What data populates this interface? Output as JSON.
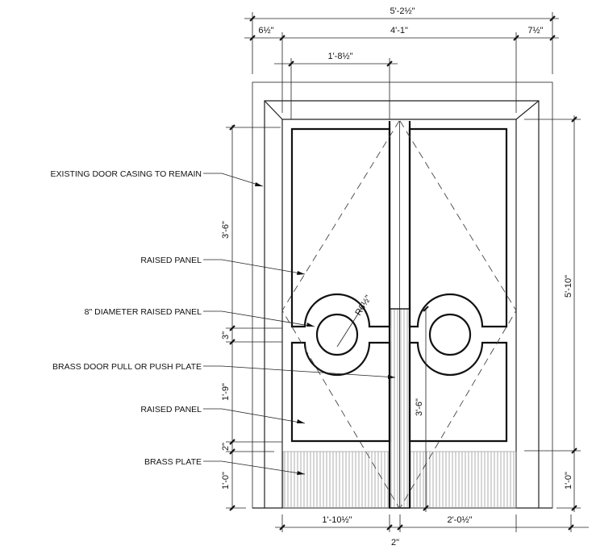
{
  "labels": {
    "casing": "EXISTING DOOR CASING TO REMAIN",
    "raised_panel_upper": "RAISED PANEL",
    "round_panel": "8\" DIAMETER RAISED PANEL",
    "pull_plate": "BRASS DOOR PULL OR PUSH PLATE",
    "raised_panel_lower": "RAISED PANEL",
    "brass_plate": "BRASS PLATE"
  },
  "dimensions": {
    "overall_width": "5'-2½\"",
    "left_casing": "6½\"",
    "opening_width": "4'-1\"",
    "right_casing": "7½\"",
    "panel_width": "1'-8½\"",
    "upper_panel_height": "3'-6\"",
    "rail_height": "3\"",
    "lower_panel_height": "1'-9\"",
    "kick_gap": "2\"",
    "kick_height": "1'-0\"",
    "overall_height": "5'-10\"",
    "right_kick_height": "1'-0\"",
    "radius": "R6½\"",
    "pull_height": "3'-6\"",
    "left_leaf_width": "1'-10½\"",
    "right_leaf_width": "2'-0½\"",
    "astragal_width": "2\""
  }
}
